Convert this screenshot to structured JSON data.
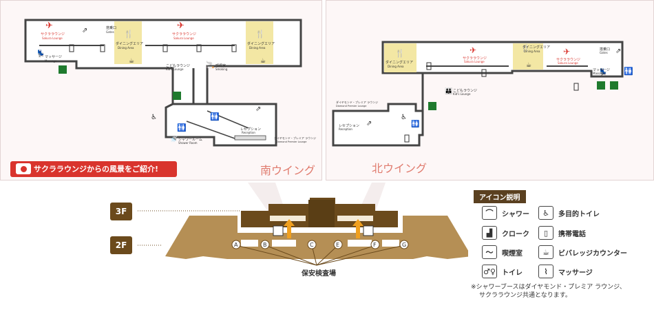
{
  "wings": {
    "south": "南ウイング",
    "north": "北ウイング"
  },
  "banner": {
    "text": "サクララウンジからの風景をご紹介!"
  },
  "floors": {
    "f3": "3F",
    "f2": "2F"
  },
  "gates": [
    "A",
    "B",
    "C",
    "E",
    "F",
    "G"
  ],
  "security": "保安検査場",
  "south_map": {
    "lounge_logo_1": "サクララウンジ",
    "lounge_logo_1_en": "Sakura Lounge",
    "lounge_logo_2": "サクララウンジ",
    "lounge_logo_2_en": "Sakura Lounge",
    "dining_1": "ダイニングエリア",
    "dining_1_en": "Dining Area",
    "dining_2": "ダイニングエリア",
    "dining_2_en": "Dining Area",
    "exit": "搭乗口",
    "exit_en": "Gates",
    "massage": "マッサージ",
    "massage_en": "Massage",
    "kids": "こどもラウンジ",
    "kids_en": "Kid's Lounge",
    "smoking": "喫煙室",
    "smoking_en": "Smoking",
    "shower": "シャワールーム",
    "shower_en": "Shower Room",
    "reception": "レセプション",
    "reception_en": "Reception",
    "diamond": "ダイヤモンド・プレミア ラウンジ",
    "diamond_en": "Diamond Premier Lounge"
  },
  "north_map": {
    "dining_1": "ダイニングエリア",
    "dining_1_en": "Dining Area",
    "dining_2": "ダイニングエリア",
    "dining_2_en": "Dining Area",
    "lounge_logo_1": "サクララウンジ",
    "lounge_logo_1_en": "Sakura Lounge",
    "lounge_logo_2": "サクララウンジ",
    "lounge_logo_2_en": "Sakura Lounge",
    "exit": "搭乗口",
    "exit_en": "Gates",
    "massage": "マッサージ",
    "massage_en": "Massage",
    "kids": "こどもラウンジ",
    "kids_en": "Kid's Lounge",
    "diamond": "ダイヤモンド・プレミア ラウンジ",
    "diamond_en": "Diamond Premier Lounge",
    "reception": "レセプション",
    "reception_en": "Reception"
  },
  "legend": {
    "title": "アイコン説明",
    "items": [
      {
        "label": "シャワー",
        "icon": "shower-icon"
      },
      {
        "label": "多目的トイレ",
        "icon": "multipurpose-toilet-icon"
      },
      {
        "label": "クローク",
        "icon": "cloak-icon"
      },
      {
        "label": "携帯電話",
        "icon": "mobile-phone-icon"
      },
      {
        "label": "喫煙室",
        "icon": "smoking-room-icon"
      },
      {
        "label": "ビバレッジカウンター",
        "icon": "beverage-counter-icon"
      },
      {
        "label": "トイレ",
        "icon": "toilet-icon"
      },
      {
        "label": "マッサージ",
        "icon": "massage-icon"
      }
    ],
    "note_line1": "※シャワーブースはダイヤモンド・プレミア ラウンジ、",
    "note_line2": "サクララウンジ共通となります。"
  },
  "colors": {
    "accent_red": "#d9342d",
    "dining_yellow": "#f3e7a4",
    "terminal_brown": "#b58f55",
    "dark_brown": "#6b4a1c",
    "arrow_orange": "#f0a020",
    "wing_label": "#e07b6e",
    "exit_green": "#1f7a2e"
  }
}
